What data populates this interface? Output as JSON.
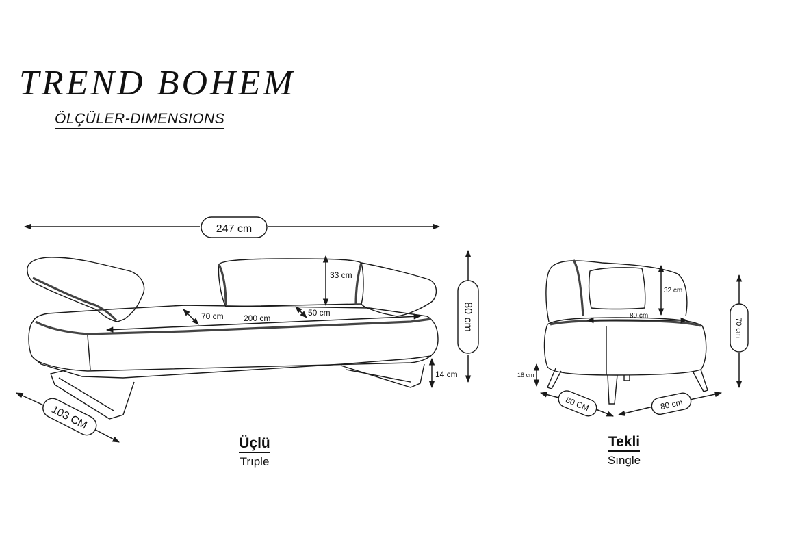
{
  "header": {
    "title": "TREND BOHEM",
    "subtitle": "ÖLÇÜLER-DIMENSIONS"
  },
  "triple": {
    "name": "Üçlü",
    "sub": "Trıple",
    "width": "247 cm",
    "depth": "103 CM",
    "height": "80 cm",
    "back_height": "33 cm",
    "seat_depth": "70 cm",
    "seat_width": "200 cm",
    "cushion": "50 cm",
    "leg_height": "14 cm"
  },
  "single": {
    "name": "Tekli",
    "sub": "Sıngle",
    "back_height": "32 cm",
    "seat_width": "80 cm",
    "height": "70 cm",
    "leg_height": "18 cm",
    "depth": "80 CM",
    "width": "80 cm"
  }
}
